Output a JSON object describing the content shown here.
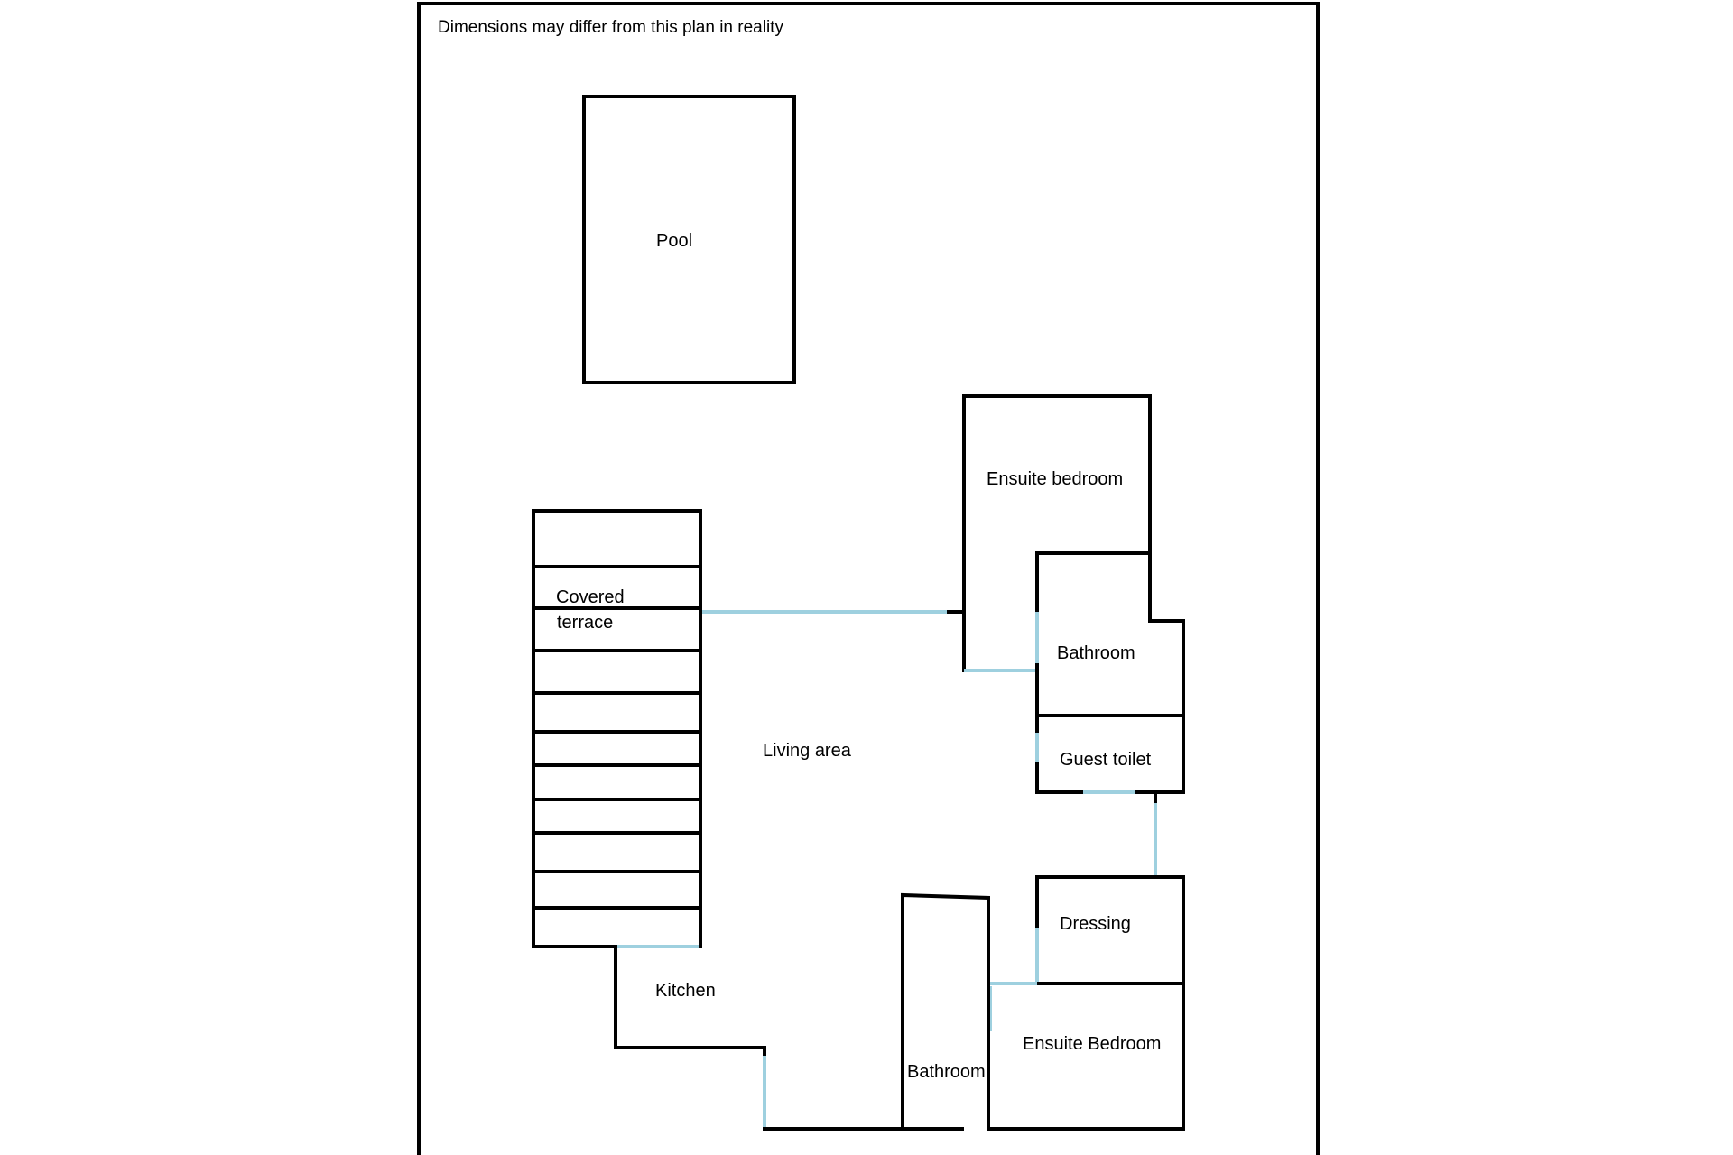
{
  "note": "Dimensions may differ from this plan in reality",
  "rooms": {
    "pool": "Pool",
    "ensuite_bedroom_top": "Ensuite bedroom",
    "covered_terrace_line1": "Covered",
    "covered_terrace_line2": "terrace",
    "bathroom_top": "Bathroom",
    "living_area": "Living area",
    "guest_toilet": "Guest toilet",
    "dressing": "Dressing",
    "kitchen": "Kitchen",
    "ensuite_bedroom_bottom": "Ensuite Bedroom",
    "bathroom_bottom": "Bathroom"
  },
  "colors": {
    "wall": "#000000",
    "door": "#9ed0df",
    "background": "#ffffff"
  }
}
